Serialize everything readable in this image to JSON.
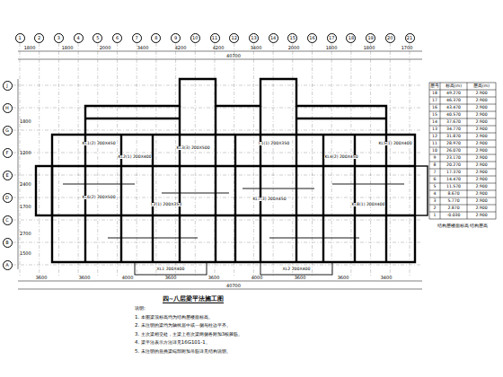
{
  "diagram": {
    "title": "四~八层梁平法施工图",
    "labels": [
      "1",
      "2",
      "3",
      "4",
      "5",
      "6",
      "7",
      "8",
      "9",
      "10",
      "11",
      "12",
      "13",
      "14",
      "15",
      "16",
      "17",
      "18",
      "19",
      "20",
      "21",
      "1800",
      "1800",
      "2000",
      "3400",
      "4200",
      "4200",
      "3400",
      "2000",
      "1800",
      "1800",
      "1700",
      "40700",
      "3600",
      "3600",
      "4000",
      "3600",
      "3600",
      "4000",
      "3600",
      "3600",
      "3400",
      "40700",
      "A",
      "B",
      "C",
      "D",
      "E",
      "F",
      "G",
      "H",
      "J",
      "1500",
      "2700",
      "1700",
      "2400",
      "1200",
      "1800",
      "KL1(2) 200X450",
      "KL2(1) 200X400",
      "KL3(3) 200X500",
      "L1(1) 200X350",
      "KL4(2) 200X450",
      "KL5(1) 200X400",
      "KL6(2) 200X500",
      "L2(1) 200X350",
      "KL7(3) 200X450",
      "KL8(1) 200X400",
      "XL1 200X400",
      "XL2 200X400",
      "层号",
      "标高(m)",
      "层高(m)",
      "18",
      "49.270",
      "2.900",
      "17",
      "46.370",
      "2.900",
      "16",
      "43.470",
      "2.900",
      "15",
      "40.570",
      "2.900",
      "14",
      "37.670",
      "2.900",
      "13",
      "34.770",
      "2.900",
      "12",
      "31.870",
      "2.900",
      "11",
      "28.970",
      "2.900",
      "10",
      "26.070",
      "2.900",
      "9",
      "23.170",
      "2.900",
      "8",
      "20.270",
      "2.900",
      "7",
      "17.370",
      "2.900",
      "6",
      "14.470",
      "2.900",
      "5",
      "11.570",
      "2.900",
      "4",
      "8.670",
      "2.900",
      "3",
      "5.770",
      "2.900",
      "2",
      "2.870",
      "2.900",
      "1",
      "-0.030",
      "2.900",
      "结构层楼面标高  结构层高",
      "说明:",
      "1. 本图梁顶标高均为结构层楼面标高。",
      "2. 未注明的梁均为轴线居中或一侧与柱边平齐。",
      "3. 主次梁相交处，主梁上在次梁两侧各附加3根箍筋。",
      "4. 梁平法表示方法详见16G101-1。",
      "5. 未注明的悬挑梁端部附加吊筋详见结构说明。"
    ]
  }
}
